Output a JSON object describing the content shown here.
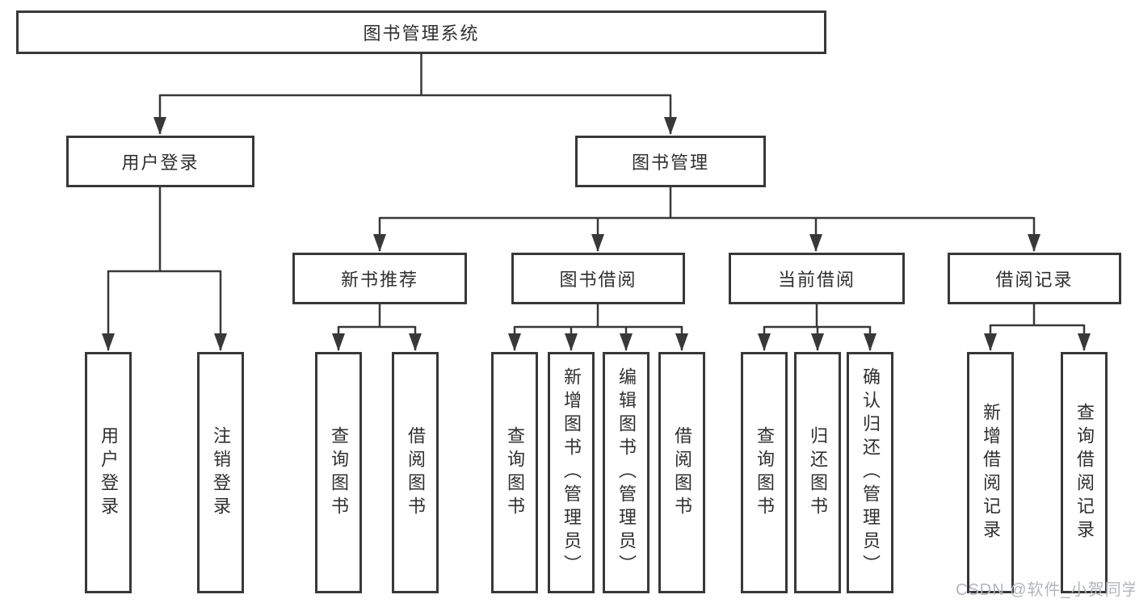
{
  "diagram_title": "图书管理系统",
  "colors": {
    "line": "#383838",
    "box_border": "#383838",
    "box_fill": "#ffffff",
    "text": "#2f2f2f",
    "watermark": "#b3b6ba",
    "background": "#ffffff"
  },
  "tree": {
    "root": {
      "label": "图书管理系统",
      "children": [
        {
          "label": "用户登录",
          "children": [
            {
              "label": "用户登录"
            },
            {
              "label": "注销登录"
            }
          ]
        },
        {
          "label": "图书管理",
          "children": [
            {
              "label": "新书推荐",
              "children": [
                {
                  "label": "查询图书"
                },
                {
                  "label": "借阅图书"
                }
              ]
            },
            {
              "label": "图书借阅",
              "children": [
                {
                  "label": "查询图书"
                },
                {
                  "label": "新增图书（管理员）"
                },
                {
                  "label": "编辑图书（管理员）"
                },
                {
                  "label": "借阅图书"
                }
              ]
            },
            {
              "label": "当前借阅",
              "children": [
                {
                  "label": "查询图书"
                },
                {
                  "label": "归还图书"
                },
                {
                  "label": "确认归还（管理员）"
                }
              ]
            },
            {
              "label": "借阅记录",
              "children": [
                {
                  "label": "新增借阅记录"
                },
                {
                  "label": "查询借阅记录"
                }
              ]
            }
          ]
        }
      ]
    }
  },
  "watermark": {
    "text": "CSDN @软件_小贺同学"
  }
}
